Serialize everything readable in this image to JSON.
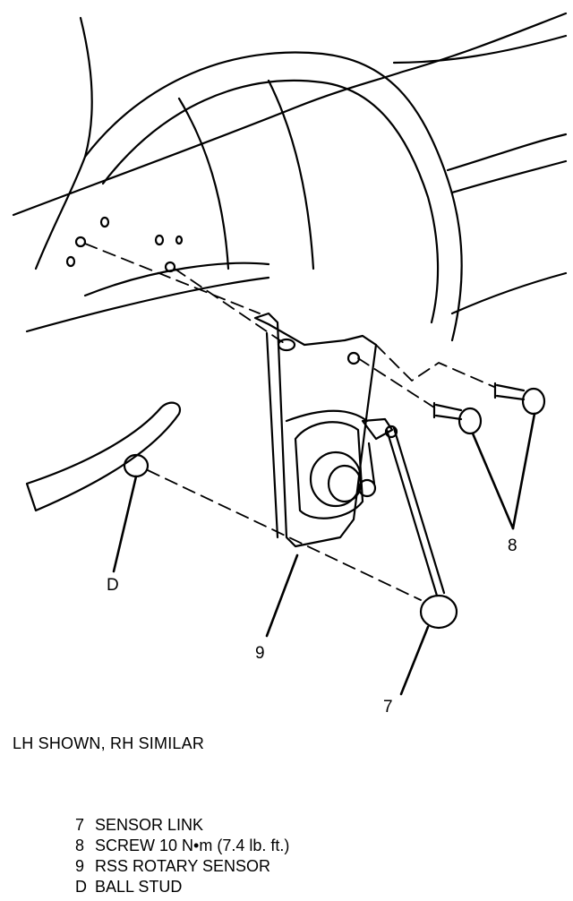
{
  "callouts": {
    "c7": "7",
    "c8": "8",
    "c9": "9",
    "cD": "D"
  },
  "caption": "LH SHOWN, RH SIMILAR",
  "legend": [
    {
      "key": "7",
      "text": "SENSOR LINK"
    },
    {
      "key": "8",
      "text": "SCREW 10 N•m (7.4 lb. ft.)"
    },
    {
      "key": "9",
      "text": "RSS ROTARY SENSOR"
    },
    {
      "key": "D",
      "text": "BALL STUD"
    }
  ]
}
